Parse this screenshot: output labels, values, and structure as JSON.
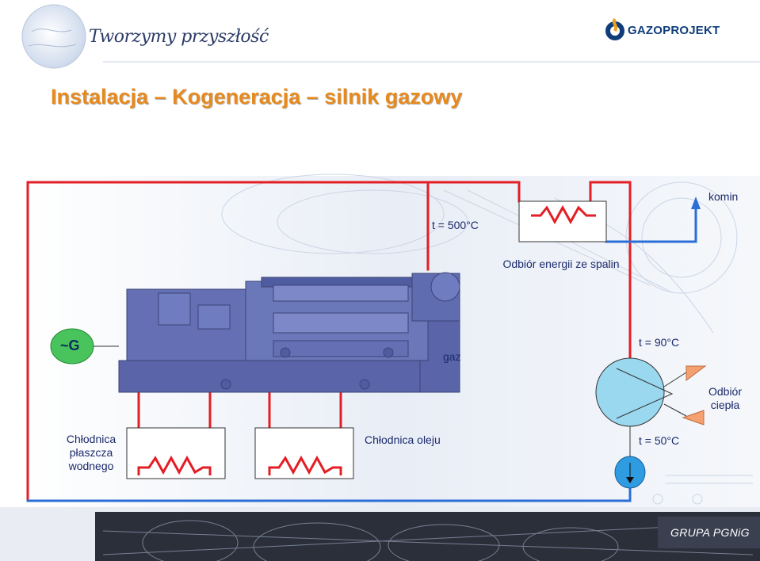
{
  "header": {
    "slogan": "Tworzymy przyszłość",
    "company": "GAZOPROJEKT",
    "title": "Instalacja – Kogeneracja – silnik gazowy"
  },
  "diagram": {
    "labels": {
      "exhaust_temp": "t = 500°C",
      "chimney": "komin",
      "exhaust_recovery": "Odbiór energii ze spalin",
      "generator": "~G",
      "gas": "gaz",
      "hot_temp": "t = 90°C",
      "heat_output": "Odbiór ciepła",
      "jacket_cooler": "Chłodnica płaszcza wodnego",
      "oil_cooler": "Chłodnica oleju",
      "return_temp": "t = 50°C"
    }
  },
  "footer": {
    "brand": "GRUPA PGNiG"
  },
  "colors": {
    "title": "#e68a1f",
    "pipe_red": "#e31e24",
    "pipe_blue": "#2b6fd6",
    "arrow_fill": "#f4a070",
    "pump_fill": "#2f9be0",
    "exchanger_fill": "#9ad8f0",
    "engine_fill": "#5965a8",
    "generator_fill": "#49c35b"
  }
}
